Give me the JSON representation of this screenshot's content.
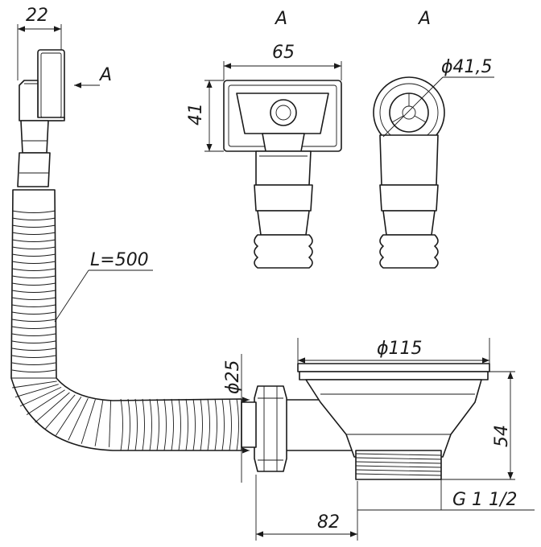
{
  "drawing": {
    "dimensions": {
      "overflow_width": "22",
      "view_a_width": "65",
      "view_a_height": "41",
      "outlet_diameter": "ϕ41,5",
      "hose_length": "L=500",
      "pipe_diameter": "ϕ25",
      "strainer_diameter": "ϕ115",
      "strainer_height": "54",
      "outlet_offset": "82",
      "thread": "G 1 1/2"
    },
    "view_markers": {
      "arrow_label": "A",
      "view_front_label": "A",
      "view_side_label": "A"
    }
  }
}
